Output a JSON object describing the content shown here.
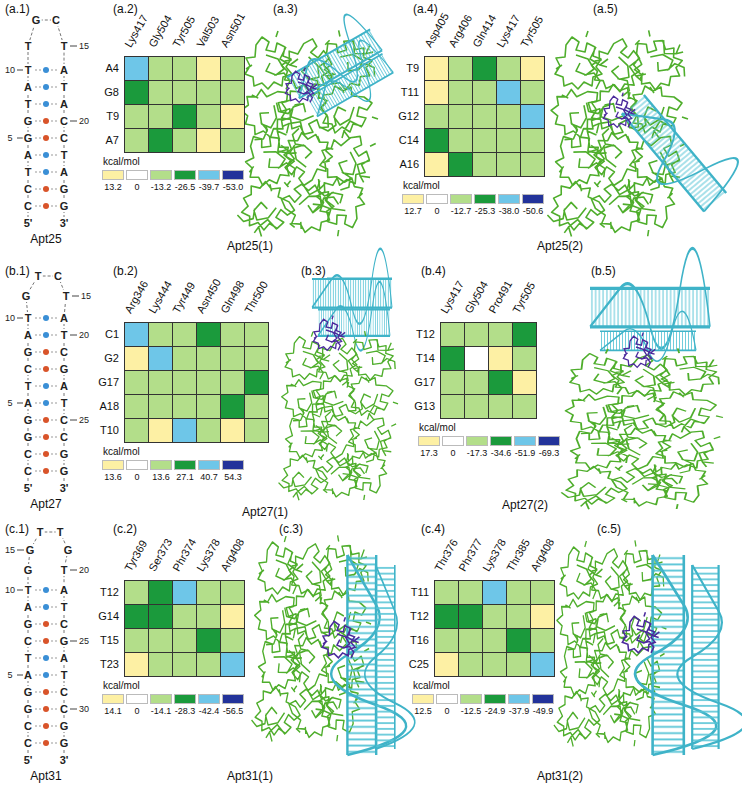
{
  "diagram": {
    "labels": [
      "(a.1)",
      "(a.2)",
      "(a.3)",
      "(a.4)",
      "(a.5)",
      "T",
      "G",
      "C",
      "T",
      "15",
      "10",
      "T",
      "A",
      "A",
      "T",
      "T",
      "A",
      "G",
      "C",
      "20",
      "5",
      "G",
      "C",
      "A",
      "T",
      "T",
      "A",
      "C",
      "G",
      "C",
      "G",
      "5'",
      "3'",
      "Apt25",
      "Lys417",
      "Gly504",
      "Tyr505",
      "Val503",
      "Asn501",
      "A4",
      "G8",
      "T9",
      "A7",
      "kcal/mol",
      "Apt25(1)",
      "Asp405",
      "Arg406",
      "Gln414",
      "Lys417",
      "Tyr505",
      "T9",
      "T11",
      "G12",
      "C14",
      "A16",
      "kcal/mol",
      "Apt25(2)",
      "(b.1)",
      "(b.2)",
      "(b.3)",
      "(b.4)",
      "(b.5)",
      "G",
      "T",
      "C",
      "T",
      "15",
      "10",
      "T",
      "A",
      "A",
      "T",
      "20",
      "G",
      "C",
      "C",
      "G",
      "T",
      "A",
      "5",
      "A",
      "T",
      "G",
      "C",
      "25",
      "G",
      "C",
      "C",
      "G",
      "C",
      "G",
      "5'",
      "3'",
      "Apt27",
      "Arg346",
      "Lys444",
      "Tyr449",
      "Asn450",
      "Gln498",
      "Thr500",
      "C1",
      "G2",
      "G17",
      "A18",
      "T10",
      "kcal/mol",
      "Apt27(1)",
      "Lys417",
      "Gly504",
      "Pro491",
      "Tyr505",
      "T12",
      "T14",
      "G17",
      "G13",
      "kcal/mol",
      "Apt27(2)",
      "(c.1)",
      "(c.2)",
      "(c.3)",
      "(c.4)",
      "(c.5)",
      "G",
      "G",
      "15",
      "T",
      "T",
      "G",
      "T",
      "20",
      "10",
      "T",
      "A",
      "A",
      "T",
      "G",
      "C",
      "C",
      "G",
      "25",
      "T",
      "A",
      "5",
      "A",
      "T",
      "G",
      "C",
      "G",
      "C",
      "30",
      "C",
      "G",
      "C",
      "G",
      "5'",
      "3'",
      "Apt31",
      "Tyr369",
      "Ser373",
      "Phr374",
      "Lys378",
      "Arg408",
      "T12",
      "G14",
      "T15",
      "T23",
      "kcal/mol",
      "Apt31(1)",
      "Thr376",
      "Phr377",
      "Lys378",
      "Thr385",
      "Arg408",
      "T11",
      "T12",
      "T16",
      "C25",
      "kcal/mol",
      "Apt31(2)"
    ],
    "legend": [
      {
        "text": "13.2",
        "color": "#fdf0a4"
      },
      {
        "text": "0",
        "color": "#ffffff"
      },
      {
        "text": "-13.2",
        "color": "#b3de8a"
      },
      {
        "text": "-26.5",
        "color": "#1b9a3c"
      },
      {
        "text": "-39.7",
        "color": "#6ec6e8"
      },
      {
        "text": "-53.0",
        "color": "#23339a"
      },
      {
        "text": "12.7",
        "color": "#fdf0a4"
      },
      {
        "text": "0",
        "color": "#ffffff"
      },
      {
        "text": "-12.7",
        "color": "#b3de8a"
      },
      {
        "text": "-25.3",
        "color": "#1b9a3c"
      },
      {
        "text": "-38.0",
        "color": "#6ec6e8"
      },
      {
        "text": "-50.6",
        "color": "#23339a"
      },
      {
        "text": "13.6",
        "color": "#fdf0a4"
      },
      {
        "text": "0",
        "color": "#ffffff"
      },
      {
        "text": "13.6",
        "color": "#b3de8a"
      },
      {
        "text": "27.1",
        "color": "#1b9a3c"
      },
      {
        "text": "40.7",
        "color": "#6ec6e8"
      },
      {
        "text": "54.3",
        "color": "#23339a"
      },
      {
        "text": "17.3",
        "color": "#fdf0a4"
      },
      {
        "text": "0",
        "color": "#ffffff"
      },
      {
        "text": "-17.3",
        "color": "#b3de8a"
      },
      {
        "text": "-34.6",
        "color": "#1b9a3c"
      },
      {
        "text": "-51.9",
        "color": "#6ec6e8"
      },
      {
        "text": "-69.3",
        "color": "#23339a"
      },
      {
        "text": "14.1",
        "color": "#fdf0a4"
      },
      {
        "text": "0",
        "color": "#ffffff"
      },
      {
        "text": "-14.1",
        "color": "#b3de8a"
      },
      {
        "text": "-28.3",
        "color": "#1b9a3c"
      },
      {
        "text": "-42.4",
        "color": "#6ec6e8"
      },
      {
        "text": "-56.5",
        "color": "#23339a"
      },
      {
        "text": "12.5",
        "color": "#fdf0a4"
      },
      {
        "text": "0",
        "color": "#ffffff"
      },
      {
        "text": "-12.5",
        "color": "#b3de8a"
      },
      {
        "text": "-24.9",
        "color": "#1b9a3c"
      },
      {
        "text": "-37.9",
        "color": "#6ec6e8"
      },
      {
        "text": "-49.9",
        "color": "#23339a"
      }
    ]
  }
}
